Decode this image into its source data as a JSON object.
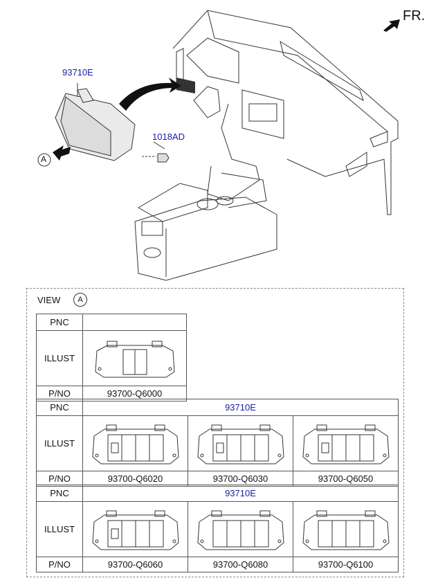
{
  "header": {
    "direction_label": "FR."
  },
  "callouts": {
    "main_part": "93710E",
    "screw_part": "1018AD",
    "view_marker": "A"
  },
  "view": {
    "label": "VIEW",
    "marker": "A"
  },
  "table1": {
    "pnc_label": "PNC",
    "pnc_value": "",
    "illust_label": "ILLUST",
    "pno_label": "P/NO",
    "parts": [
      "93700-Q6000"
    ]
  },
  "table2": {
    "pnc_label": "PNC",
    "pnc_value": "93710E",
    "illust_label": "ILLUST",
    "pno_label": "P/NO",
    "parts": [
      "93700-Q6020",
      "93700-Q6030",
      "93700-Q6050"
    ]
  },
  "table3": {
    "pnc_label": "PNC",
    "pnc_value": "93710E",
    "illust_label": "ILLUST",
    "pno_label": "P/NO",
    "parts": [
      "93700-Q6060",
      "93700-Q6080",
      "93700-Q6100"
    ]
  },
  "colors": {
    "line": "#333333",
    "callout_text": "#1a1aa8",
    "dash_border": "#888888"
  }
}
